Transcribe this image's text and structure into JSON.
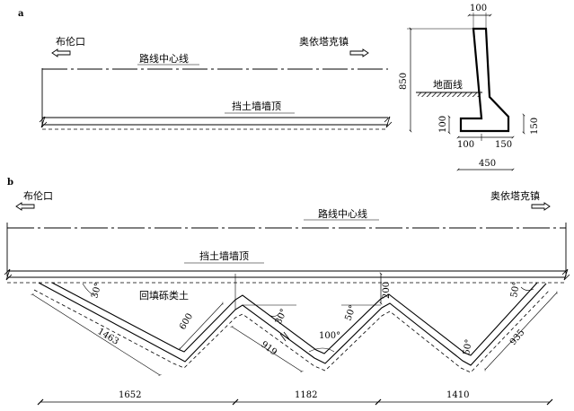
{
  "panels": {
    "a": {
      "tag": "a",
      "left_direction": "布伦口",
      "right_direction": "奥依塔克镇",
      "centerline_label": "路线中心线",
      "wall_top_label": "挡土墙墙顶",
      "section": {
        "ground_label": "地面线",
        "dims": {
          "top_width": "100",
          "height": "850",
          "footing_depth": "100",
          "toe_width": "100",
          "heel_width": "150",
          "heel_height": "150",
          "base_width": "450"
        }
      }
    },
    "b": {
      "tag": "b",
      "left_direction": "布伦口",
      "right_direction": "奥依塔克镇",
      "centerline_label": "路线中心线",
      "wall_top_label": "挡土墙墙顶",
      "backfill_label": "回填砾类土",
      "angles": [
        "30°",
        "30°",
        "50°",
        "100°",
        "50°",
        "50°"
      ],
      "lengths": [
        "1463",
        "600",
        "919",
        "200",
        "935"
      ],
      "span_dims": [
        "1652",
        "1182",
        "1410"
      ]
    }
  }
}
